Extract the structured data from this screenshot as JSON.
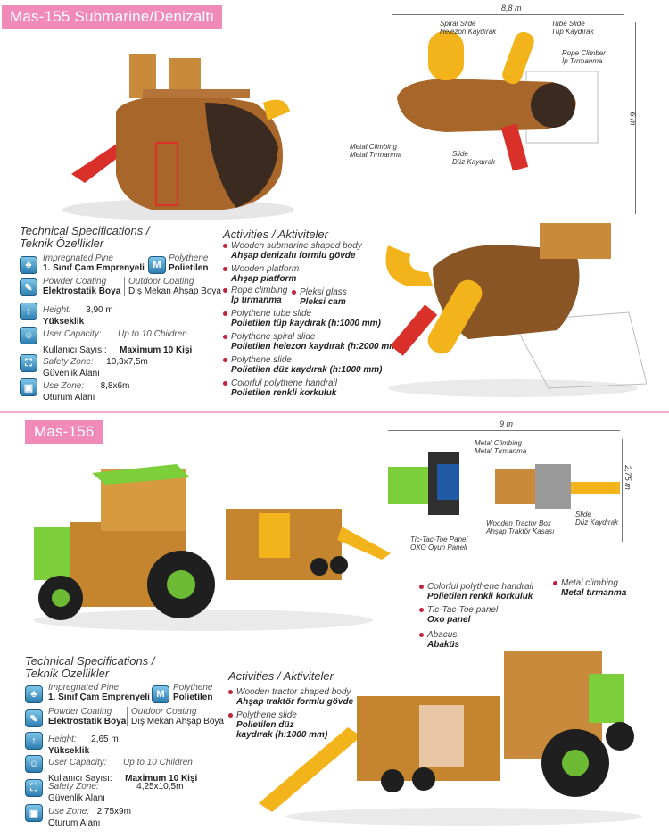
{
  "mas155": {
    "tag": "Mas-155 Submarine/Denizaltı",
    "spec_title": [
      "Technical Specifications /",
      "Teknik Özellikler"
    ],
    "specs": {
      "pine": {
        "icon": "tree-icon",
        "label": "Impregnated Pine",
        "value": "1. Sınıf Çam Emprenyeli"
      },
      "poly": {
        "icon": "m-icon",
        "label": "Polythene",
        "value": "Polietilen"
      },
      "powder": {
        "icon": "spray-icon",
        "label": "Powder Coating",
        "value": "Elektrostatik Boya"
      },
      "outdoor": {
        "label": "Outdoor Coating",
        "value": "Dış Mekan Ahşap Boya"
      },
      "height": {
        "icon": "height-icon",
        "label": "Height:",
        "value": "3,90 m",
        "tr": "Yükseklik"
      },
      "capacity": {
        "icon": "people-icon",
        "label": "User Capacity:",
        "label_v": "Up to 10 Children",
        "tr": "Kullanıcı Sayısı:",
        "value": "Maximum 10 Kişi"
      },
      "safety": {
        "icon": "safety-icon",
        "label": "Safety Zone:",
        "value": "10,3x7,5m",
        "tr": "Güvenlik Alanı"
      },
      "use": {
        "icon": "use-zone-icon",
        "label": "Use Zone:",
        "value": "8,8x6m",
        "tr": "Oturum Alanı"
      }
    },
    "activities_title": "Activities / Aktiviteler",
    "activities": [
      {
        "en": "Wooden submarine shaped body",
        "tr": "Ahşap denizaltı formlu gövde"
      },
      {
        "en": "Wooden platform",
        "tr": "Ahşap platform"
      },
      {
        "en": "Rope climbing",
        "tr": "İp tırmanma"
      },
      {
        "en": "Polythene tube slide",
        "tr": "Polietilen tüp kaydırak (h:1000 mm)"
      },
      {
        "en": "Polythene spiral slide",
        "tr": "Polietilen helezon kaydırak (h:2000 mm)"
      },
      {
        "en": "Polythene slide",
        "tr": "Polietilen düz kaydırak (h:1000 mm)"
      },
      {
        "en": "Colorful polythene handrail",
        "tr": "Polietilen renkli korkuluk"
      }
    ],
    "pleksi": {
      "en": "Pleksi glass",
      "tr": "Pleksi cam"
    },
    "plan": {
      "width": "8,8 m",
      "depth": "6 m",
      "spiral": [
        "Spiral Slide",
        "Helezon Kaydırak"
      ],
      "tube": [
        "Tube Slide",
        "Tüp Kaydırak"
      ],
      "rope": [
        "Rope Climber",
        "İp Tırmanma"
      ],
      "metal": [
        "Metal Climbing",
        "Metal Tırmanma"
      ],
      "slide": [
        "Slide",
        "Düz Kaydırak"
      ]
    }
  },
  "mas156": {
    "tag": "Mas-156",
    "spec_title": [
      "Technical Specifications /",
      "Teknik Özellikler"
    ],
    "specs": {
      "pine": {
        "icon": "tree-icon",
        "label": "Impregnated Pine",
        "value": "1. Sınıf Çam Emprenyeli"
      },
      "poly": {
        "icon": "m-icon",
        "label": "Polythene",
        "value": "Polietilen"
      },
      "powder": {
        "icon": "spray-icon",
        "label": "Powder Coating",
        "value": "Elektrostatik Boya"
      },
      "outdoor": {
        "label": "Outdoor Coating",
        "value": "Dış Mekan Ahşap Boya"
      },
      "height": {
        "icon": "height-icon",
        "label": "Height:",
        "value": "2,65 m",
        "tr": "Yükseklik"
      },
      "capacity": {
        "icon": "people-icon",
        "label": "User Capacity:",
        "label_v": "Up to 10 Children",
        "tr": "Kullanıcı Sayısı:",
        "value": "Maximum 10 Kişi"
      },
      "safety": {
        "icon": "safety-icon",
        "label": "Safety Zone:",
        "value": "4,25x10,5m",
        "tr": "Güvenlik Alanı"
      },
      "use": {
        "icon": "use-zone-icon",
        "label": "Use Zone:",
        "value": "2,75x9m",
        "tr": "Oturum Alanı"
      }
    },
    "activities_title": "Activities / Aktiviteler",
    "activities": [
      {
        "en": "Wooden tractor shaped body",
        "tr": "Ahşap traktör formlu gövde"
      },
      {
        "en": "Polythene slide",
        "tr": "Polietilen düz",
        "tr2": "kaydırak (h:1000 mm)"
      }
    ],
    "top_activities": [
      {
        "en": "Colorful polythene handrail",
        "tr": "Polietilen renkli korkuluk"
      },
      {
        "en": "Tic-Tac-Toe panel",
        "tr": "Oxo panel"
      },
      {
        "en": "Abacus",
        "tr": "Abaküs"
      }
    ],
    "metal": {
      "en": "Metal climbing",
      "tr": "Metal tırmanma"
    },
    "plan": {
      "width": "9 m",
      "depth": "2,75 m",
      "metal": [
        "Metal Climbing",
        "Metal Tırmanma"
      ],
      "tictac": [
        "Tic-Tac-Toe Panel",
        "OXO Oyun Paneli"
      ],
      "box": [
        "Wooden Tractor Box",
        "Ahşap Traktör Kasası"
      ],
      "slide": [
        "Slide",
        "Düz Kaydırak"
      ]
    }
  }
}
